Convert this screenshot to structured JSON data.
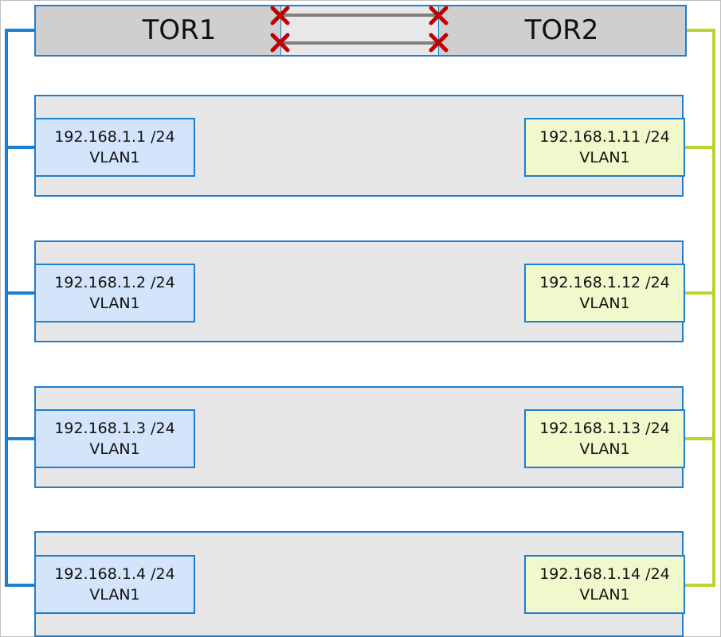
{
  "tors": [
    {
      "label": "TOR1",
      "link_color": "#1f7fcf"
    },
    {
      "label": "TOR2",
      "link_color": "#b9d431"
    }
  ],
  "interlink": {
    "status": "down",
    "count": 2,
    "marker": "red-x-icon",
    "color": "#c00000"
  },
  "servers": [
    {
      "left_nic": {
        "ip": "192.168.1.1 /24",
        "vlan": "VLAN1"
      },
      "right_nic": {
        "ip": "192.168.1.11 /24",
        "vlan": "VLAN1"
      }
    },
    {
      "left_nic": {
        "ip": "192.168.1.2 /24",
        "vlan": "VLAN1"
      },
      "right_nic": {
        "ip": "192.168.1.12 /24",
        "vlan": "VLAN1"
      }
    },
    {
      "left_nic": {
        "ip": "192.168.1.3 /24",
        "vlan": "VLAN1"
      },
      "right_nic": {
        "ip": "192.168.1.13 /24",
        "vlan": "VLAN1"
      }
    },
    {
      "left_nic": {
        "ip": "192.168.1.4 /24",
        "vlan": "VLAN1"
      },
      "right_nic": {
        "ip": "192.168.1.14 /24",
        "vlan": "VLAN1"
      }
    }
  ]
}
